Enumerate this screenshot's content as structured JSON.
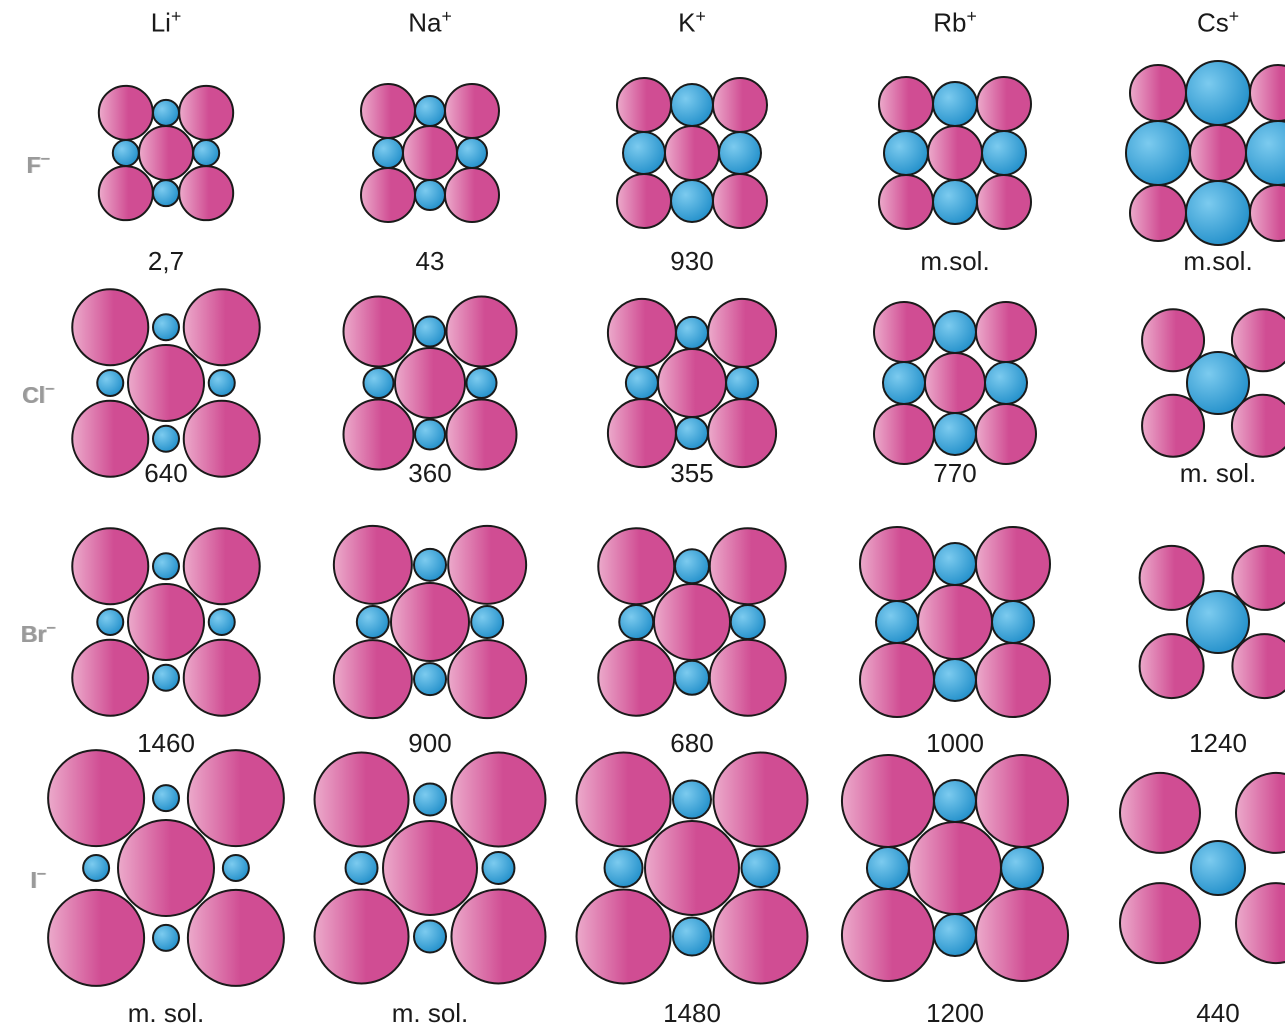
{
  "cations": [
    {
      "symbol": "Li",
      "charge": "+"
    },
    {
      "symbol": "Na",
      "charge": "+"
    },
    {
      "symbol": "K",
      "charge": "+"
    },
    {
      "symbol": "Rb",
      "charge": "+"
    },
    {
      "symbol": "Cs",
      "charge": "+"
    }
  ],
  "anions": [
    {
      "symbol": "F",
      "charge": "−"
    },
    {
      "symbol": "Cl",
      "charge": "−"
    },
    {
      "symbol": "Br",
      "charge": "−"
    },
    {
      "symbol": "I",
      "charge": "−"
    }
  ],
  "values": [
    [
      "2,7",
      "43",
      "930",
      "m.sol.",
      "m.sol."
    ],
    [
      "640",
      "360",
      "355",
      "770",
      "m. sol."
    ],
    [
      "1460",
      "900",
      "680",
      "1000",
      "1240"
    ],
    [
      "m. sol.",
      "m. sol.",
      "1480",
      "1200",
      "440"
    ]
  ],
  "colors": {
    "anion": "#d04d93",
    "anion_light": "#ecaacb",
    "cation": "#1d8cc8",
    "cation_light": "#7ccbef",
    "outline": "#1a1a1a"
  }
}
